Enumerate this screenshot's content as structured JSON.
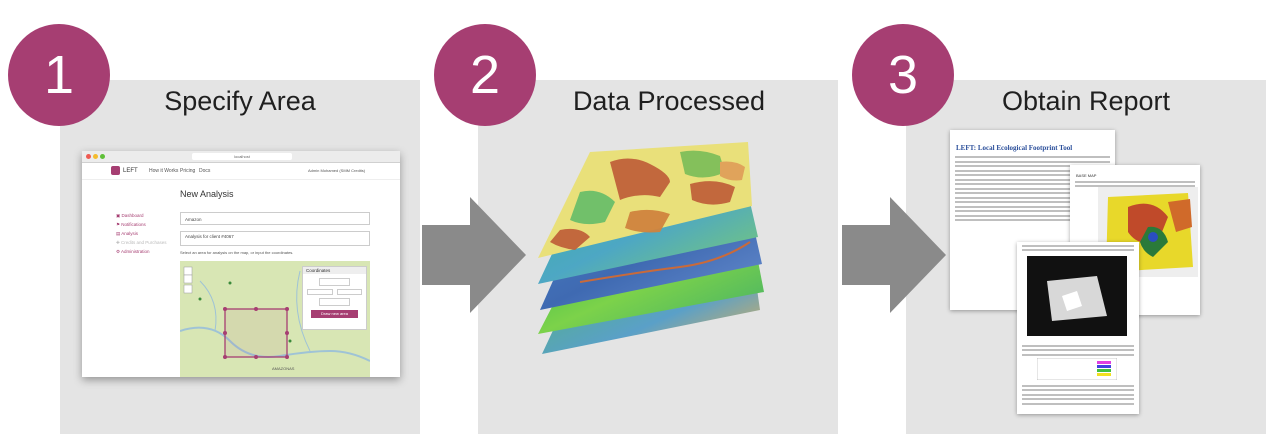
{
  "steps": [
    {
      "number": "1",
      "title": "Specify Area"
    },
    {
      "number": "2",
      "title": "Data Processed"
    },
    {
      "number": "3",
      "title": "Obtain Report"
    }
  ],
  "colors": {
    "accent": "#a63e72",
    "panel": "#e4e4e4",
    "arrow": "#8a8a8a"
  },
  "screenshot": {
    "url": "localhost",
    "app_name": "LEFT",
    "nav": [
      "How it Works",
      "Pricing",
      "Docs"
    ],
    "user": "Admin Mohamed (SMM Credits)",
    "sidebar": [
      "Dashboard",
      "Notifications",
      "Analysis",
      "Credits and Purchases",
      "Administration"
    ],
    "heading": "New Analysis",
    "name_value": "Amazon",
    "description_value": "Analysis for client #4067",
    "instruction": "Select an area for analysis on the map, or input the coordinates.",
    "coordinates_title": "Coordinates",
    "draw_button": "Draw new area",
    "map_label": "AMAZONAS"
  },
  "report": {
    "title": "LEFT: Local Ecological Footprint Tool",
    "page2_heading": "BASE MAP"
  }
}
